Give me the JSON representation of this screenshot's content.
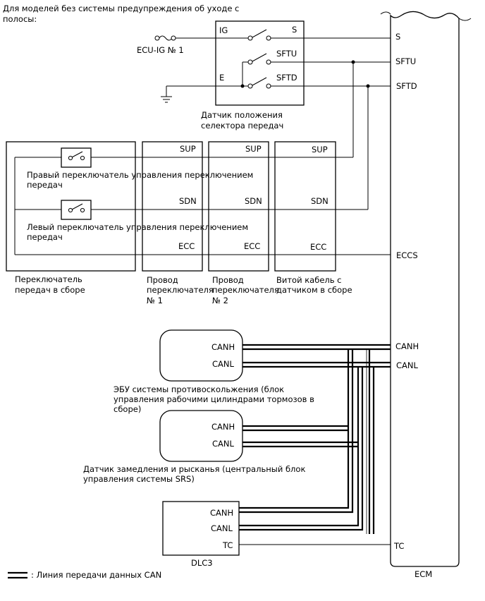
{
  "header_note": [
    "Для моделей без системы предупреждения об уходе с",
    "полосы:"
  ],
  "ecu_ig": "ECU-IG № 1",
  "selector_sensor": {
    "pins": {
      "ig": "IG",
      "s": "S",
      "sftu": "SFTU",
      "e": "E",
      "sftd": "SFTD"
    },
    "caption": [
      "Датчик положения",
      "селектора передач"
    ]
  },
  "ecm": {
    "name": "ECM",
    "pins": {
      "s": "S",
      "sftu": "SFTU",
      "sftd": "SFTD",
      "eccs": "ECCS",
      "canh": "CANH",
      "canl": "CANL",
      "tc": "TC"
    }
  },
  "shift_switch_assembly": {
    "right_switch": [
      "Правый переключатель управления переключением",
      "передач"
    ],
    "left_switch": [
      "Левый переключатель управления переключением",
      "передач"
    ],
    "caption": [
      "Переключатель",
      "передач в сборе"
    ]
  },
  "wire1": {
    "pins": [
      "SUP",
      "SDN",
      "ECC"
    ],
    "caption": [
      "Провод",
      "переключателя",
      "№ 1"
    ]
  },
  "wire2": {
    "pins": [
      "SUP",
      "SDN",
      "ECC"
    ],
    "caption": [
      "Провод",
      "переключателя",
      "№ 2"
    ]
  },
  "spiral_cable": {
    "pins": [
      "SUP",
      "SDN",
      "ECC"
    ],
    "caption": [
      "Витой кабель с",
      "датчиком в сборе"
    ]
  },
  "abs_ecu": {
    "pins": [
      "CANH",
      "CANL"
    ],
    "caption": [
      "ЭБУ системы противоскольжения (блок",
      "управления рабочими цилиндрами тормозов в",
      "сборе)"
    ]
  },
  "yaw_sensor": {
    "pins": [
      "CANH",
      "CANL"
    ],
    "caption": [
      "Датчик замедления и рысканья (центральный блок",
      "управления системы SRS)"
    ]
  },
  "dlc3": {
    "name": "DLC3",
    "pins": [
      "CANH",
      "CANL",
      "TC"
    ]
  },
  "legend": {
    "can_line": ": Линия передачи данных CAN"
  }
}
